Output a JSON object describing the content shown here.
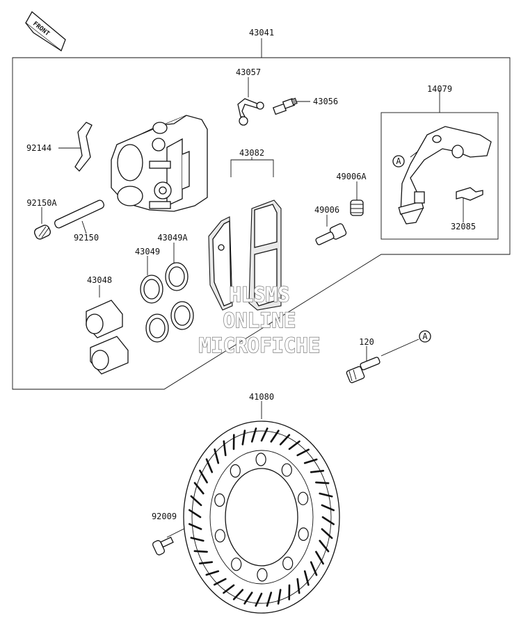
{
  "front_badge": "FRONT",
  "labels": {
    "assy": "43041",
    "bleeder_bracket": "43057",
    "bleeder_valve": "43056",
    "bracket": "14079",
    "spring": "92144",
    "pads": "43082",
    "boot_a": "49006A",
    "plug": "92150A",
    "pin_boot": "49006",
    "pin": "92150",
    "seal": "43049",
    "seal_a": "43049A",
    "pad_spring": "32085",
    "piston": "43048",
    "bolt": "120",
    "disc": "41080",
    "disc_bolt": "92009"
  },
  "ref_marks": {
    "bracket_ref": "A",
    "bolt_ref": "A"
  },
  "watermark": {
    "line1": "HLSMS",
    "line2": "ONLINE",
    "line3": "MICROFICHE"
  }
}
